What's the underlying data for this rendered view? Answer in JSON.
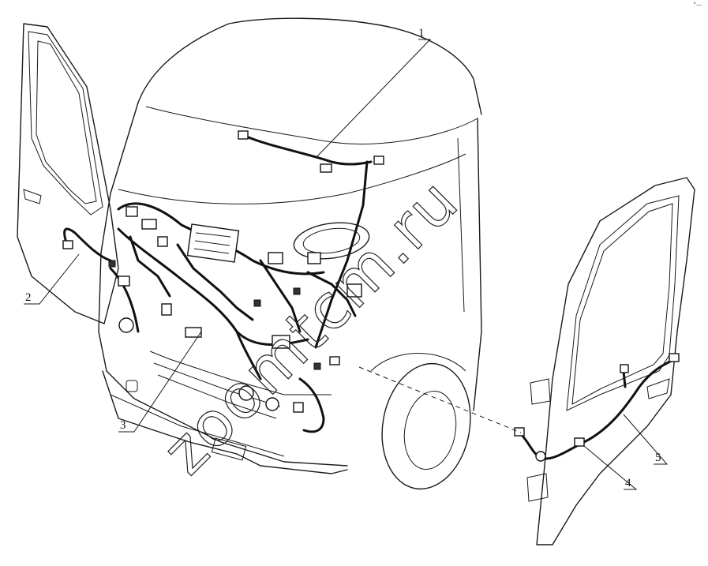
{
  "diagram": {
    "callouts": [
      "1",
      "2",
      "3",
      "4",
      "5"
    ],
    "watermark": "zoomtcm.ru",
    "corner_mark": "°—"
  }
}
